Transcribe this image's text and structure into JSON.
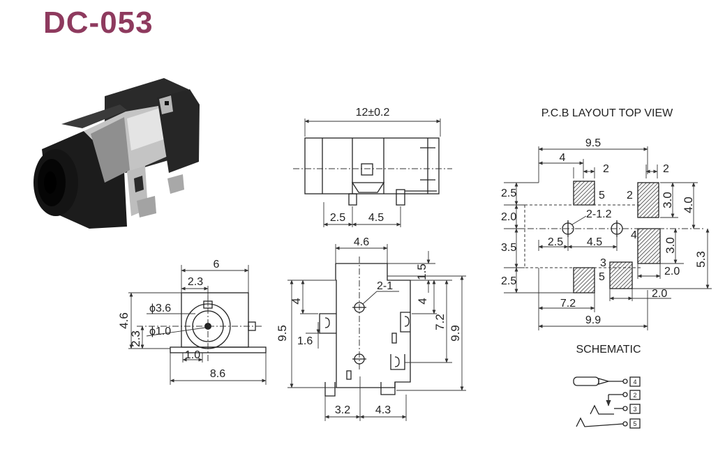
{
  "title": "DC-053",
  "colors": {
    "title": "#8e3a5e",
    "line": "#222222",
    "hatch": "#222222",
    "body_dark": "#1a1a1a",
    "metal": "#c8c8c8"
  },
  "side_view": {
    "overall": "12±0.2",
    "pin_left": "2.5",
    "pin_spacing": "4.5"
  },
  "front_view": {
    "width": "6",
    "offset": "2.3",
    "outer_dia": "ϕ3.6",
    "pin_dia": "ϕ1.0",
    "height": "4.6",
    "center_height": "2.3",
    "base_height": "1.0",
    "base_width": "8.6"
  },
  "bottom_view": {
    "top_width": "4.6",
    "top_tab": "1.5",
    "hole_label": "2-1",
    "left_dim": "4",
    "right_dim": "4",
    "height_inner": "9.5",
    "tab": "1.6",
    "height_right": "7.2",
    "height_overall": "9.9",
    "pin_a": "3.2",
    "pin_b": "4.3"
  },
  "pcb": {
    "heading": "P.C.B LAYOUT TOP VIEW",
    "top_overall": "9.5",
    "top_left": "4",
    "top_pad_a": "2",
    "top_pad_b": "2",
    "left_a": "2.5",
    "left_b": "2.0",
    "left_c": "3.5",
    "left_d": "2.5",
    "hole_label": "2-1.2",
    "hole_left": "2.5",
    "hole_spacing": "4.5",
    "right_a": "3.0",
    "right_b": "4.0",
    "right_c": "3.0",
    "right_d": "5.3",
    "bottom_a": "2.0",
    "bottom_b": "2.0",
    "bottom_c": "7.2",
    "bottom_overall": "9.9",
    "pad_labels": [
      "5",
      "2",
      "4",
      "3",
      "5"
    ]
  },
  "schematic": {
    "heading": "SCHEMATIC",
    "pins": [
      "4",
      "2",
      "3",
      "5"
    ]
  }
}
